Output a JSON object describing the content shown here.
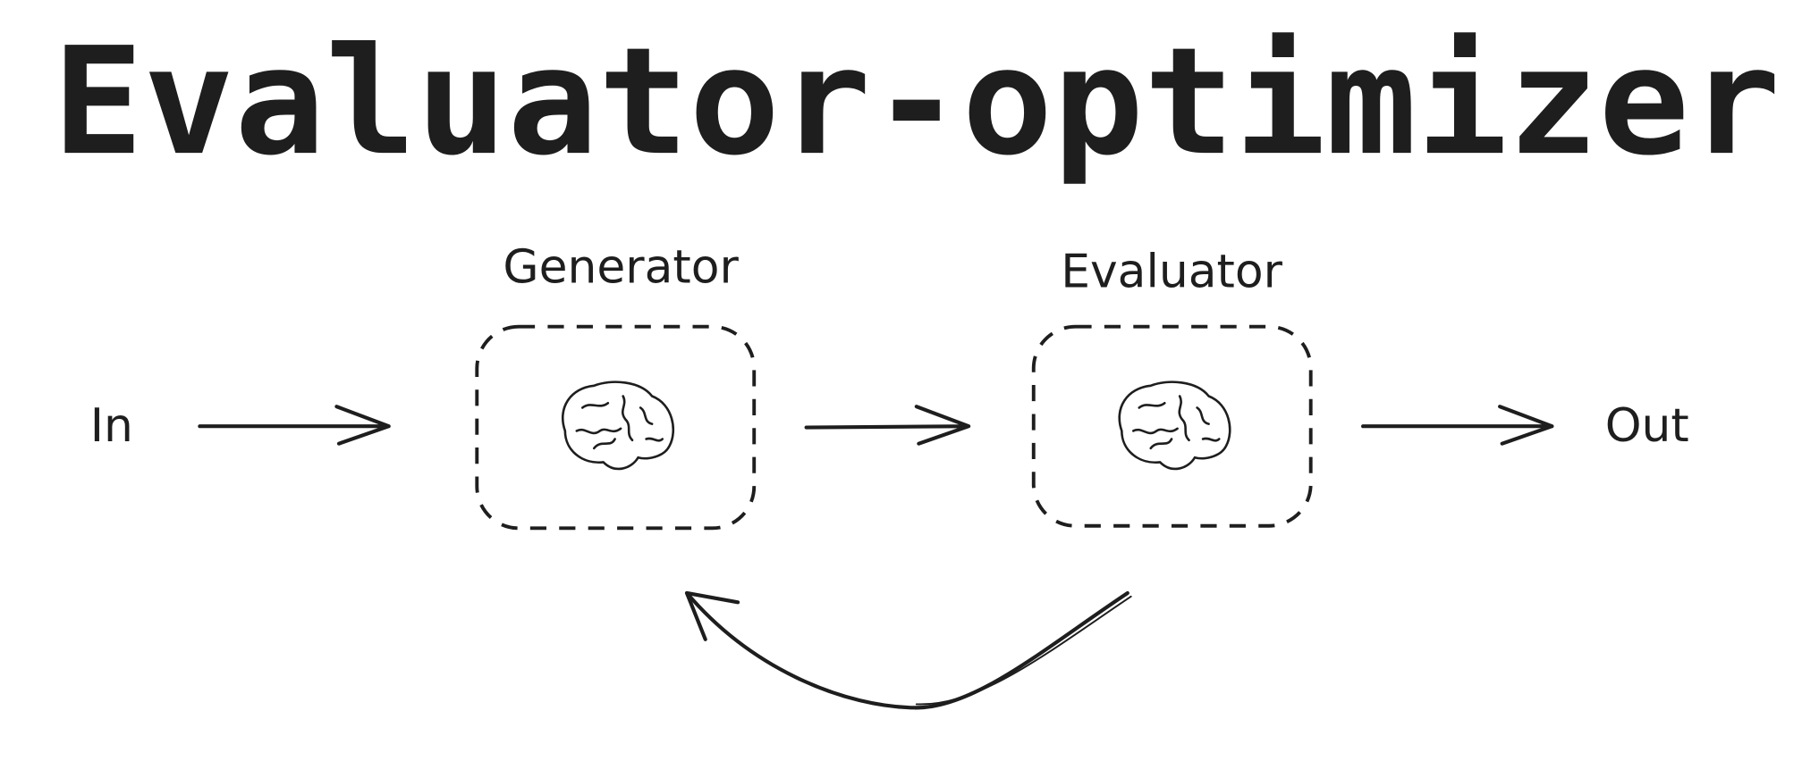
{
  "title": "Evaluator-optimizer",
  "nodes": {
    "input": "In",
    "generator": "Generator",
    "evaluator": "Evaluator",
    "output": "Out"
  },
  "icons": {
    "generator": "brain-icon",
    "evaluator": "brain-icon"
  },
  "colors": {
    "ink": "#1e1e1e",
    "background": "#ffffff"
  }
}
